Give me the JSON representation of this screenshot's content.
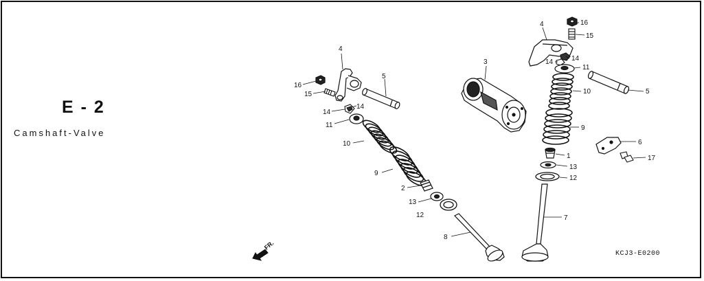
{
  "page": {
    "section_code": "E - 2",
    "section_title": "Camshaft-Valve",
    "reference_code": "KCJ3-E0200",
    "front_indicator": "FR."
  },
  "callouts": {
    "left_rocker_arm": "4",
    "left_rocker_shaft": "5",
    "left_nut": "16",
    "left_screw": "15",
    "left_small_part": "14",
    "left_spring_retainer": "11",
    "left_outer_spring": "10",
    "left_inner_spring": "9",
    "left_stem_seal": "2",
    "left_seat_washer": "13",
    "left_spring_seat": "12",
    "exhaust_valve": "8",
    "camshaft": "3",
    "right_nut": "16",
    "right_screw": "15",
    "right_rocker_arm": "4",
    "right_small_part_a": "14",
    "right_small_part_b": "14",
    "right_spring_retainer": "11",
    "right_outer_spring": "10",
    "right_inner_spring": "9",
    "right_stem_seal": "1",
    "right_seat_washer": "13",
    "right_spring_seat": "12",
    "intake_valve": "7",
    "right_rocker_shaft": "5",
    "plate": "6",
    "bolt": "17"
  }
}
